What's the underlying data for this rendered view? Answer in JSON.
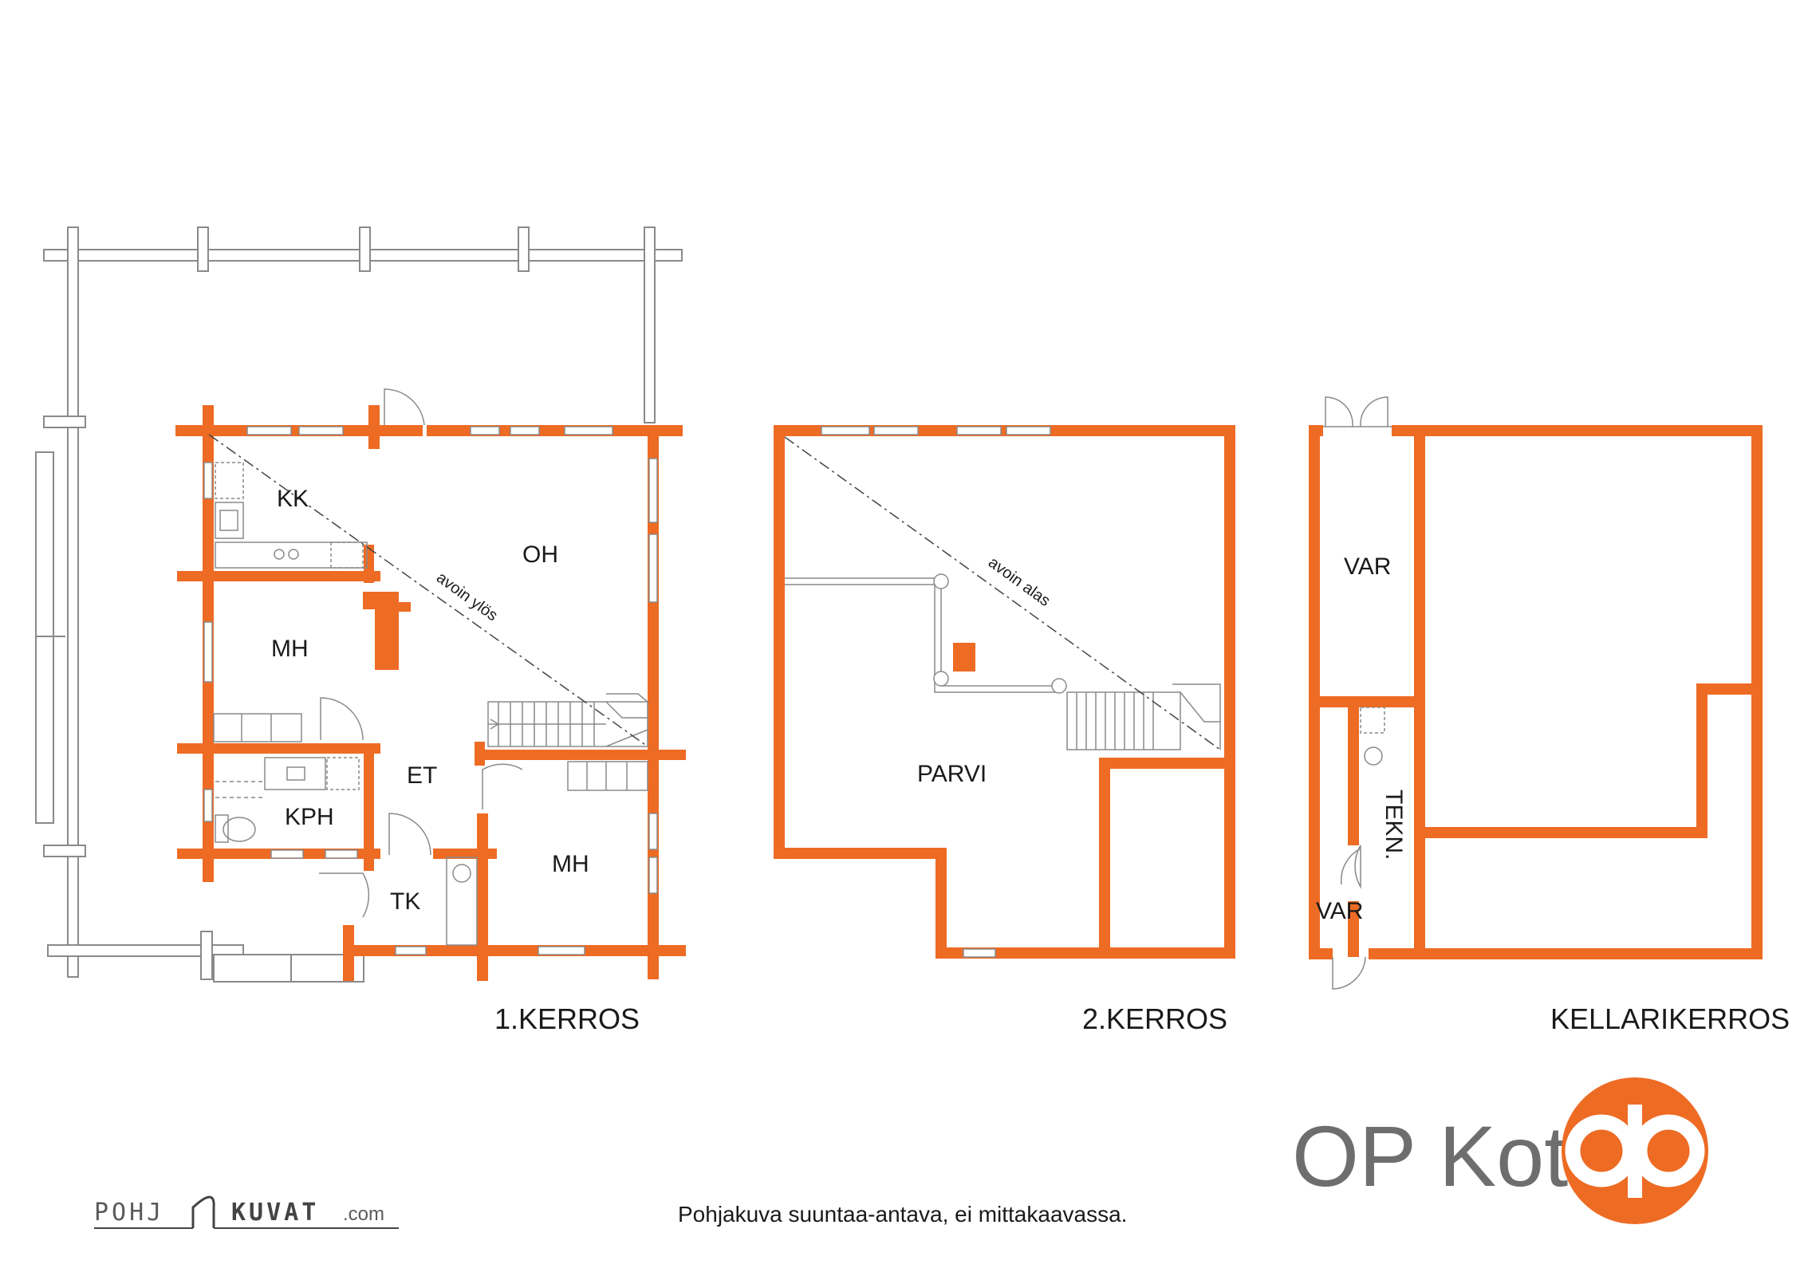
{
  "colors": {
    "wall": "#ee6b24",
    "line": "#8a8a8a",
    "text": "#1a1a1a",
    "brand_text": "#6e6e6e"
  },
  "floors": {
    "first": {
      "label": "1.KERROS",
      "rooms": [
        "KK",
        "OH",
        "MH",
        "ET",
        "KPH",
        "MH",
        "TK"
      ],
      "annotation": "avoin ylös"
    },
    "second": {
      "label": "2.KERROS",
      "rooms": [
        "PARVI"
      ],
      "annotation": "avoin alas"
    },
    "basement": {
      "label": "KELLARIKERROS",
      "rooms": [
        "VAR",
        "TEKN.",
        "VAR"
      ]
    }
  },
  "footer": {
    "disclaimer": "Pohjakuva suuntaa-antava, ei mittakaavassa."
  },
  "branding": {
    "op_text": "OP Koti",
    "logo_icon": "op-logo-icon",
    "watermark": {
      "left": "POHJ",
      "right": "KUVAT",
      "suffix": ".com"
    }
  }
}
